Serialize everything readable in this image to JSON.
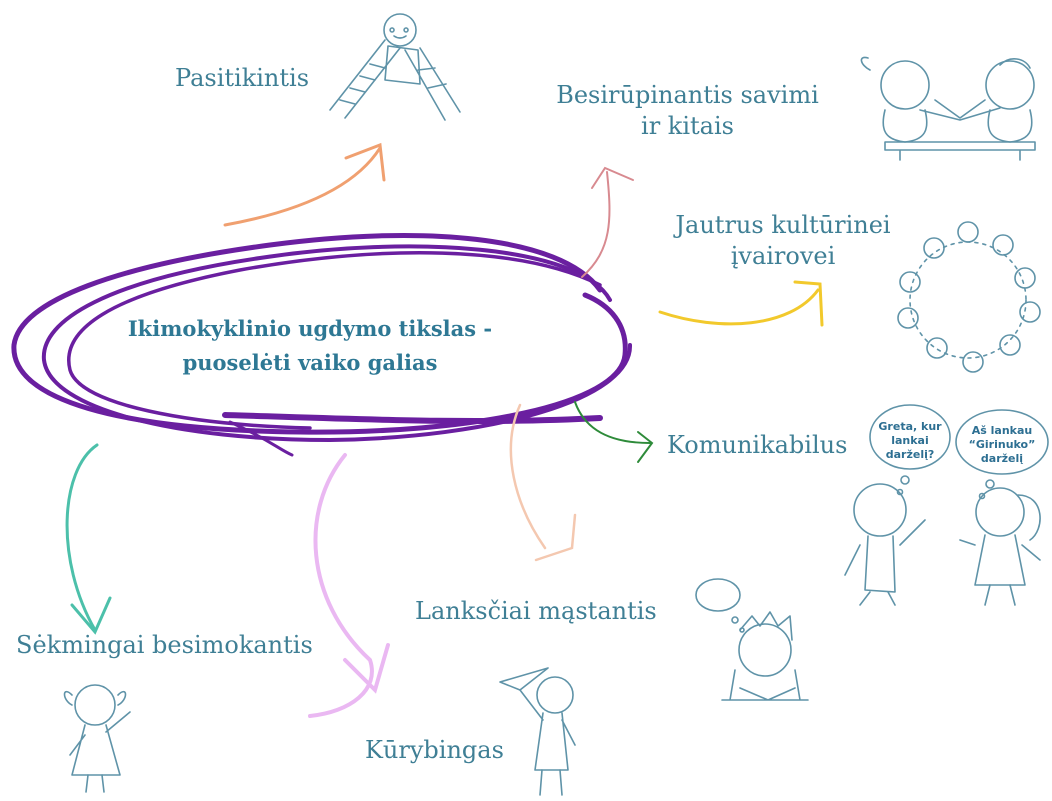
{
  "center": {
    "line1": "Ikimokyklinio ugdymo tikslas -",
    "line2": "puoselėti vaiko galias"
  },
  "qualities": {
    "confident": "Pasitikintis",
    "caring_line1": "Besirūpinantis savimi",
    "caring_line2": "ir kitais",
    "culture_line1": "Jautrus kultūrinei",
    "culture_line2": "įvairovei",
    "communicative": "Komunikabilus",
    "flexible": "Lanksčiai mąstantis",
    "learner": "Sėkmingai besimokantis",
    "creative": "Kūrybingas"
  },
  "speech": {
    "left_line1": "Greta, kur",
    "left_line2": "lankai",
    "left_line3": "darželį?",
    "right_line1": "Aš lankau",
    "right_line2": "“Girinuko”",
    "right_line3": "darželį"
  },
  "colors": {
    "ellipse": "#6a1fa0",
    "text": "#3f7f95",
    "arrow_confident": "#f0a070",
    "arrow_caring": "#d88a90",
    "arrow_culture": "#f2c92c",
    "arrow_communicative": "#2e8b3a",
    "arrow_flexible": "#f4c8b0",
    "arrow_learner": "#4cc0aa",
    "arrow_creative": "#eab8f2"
  }
}
